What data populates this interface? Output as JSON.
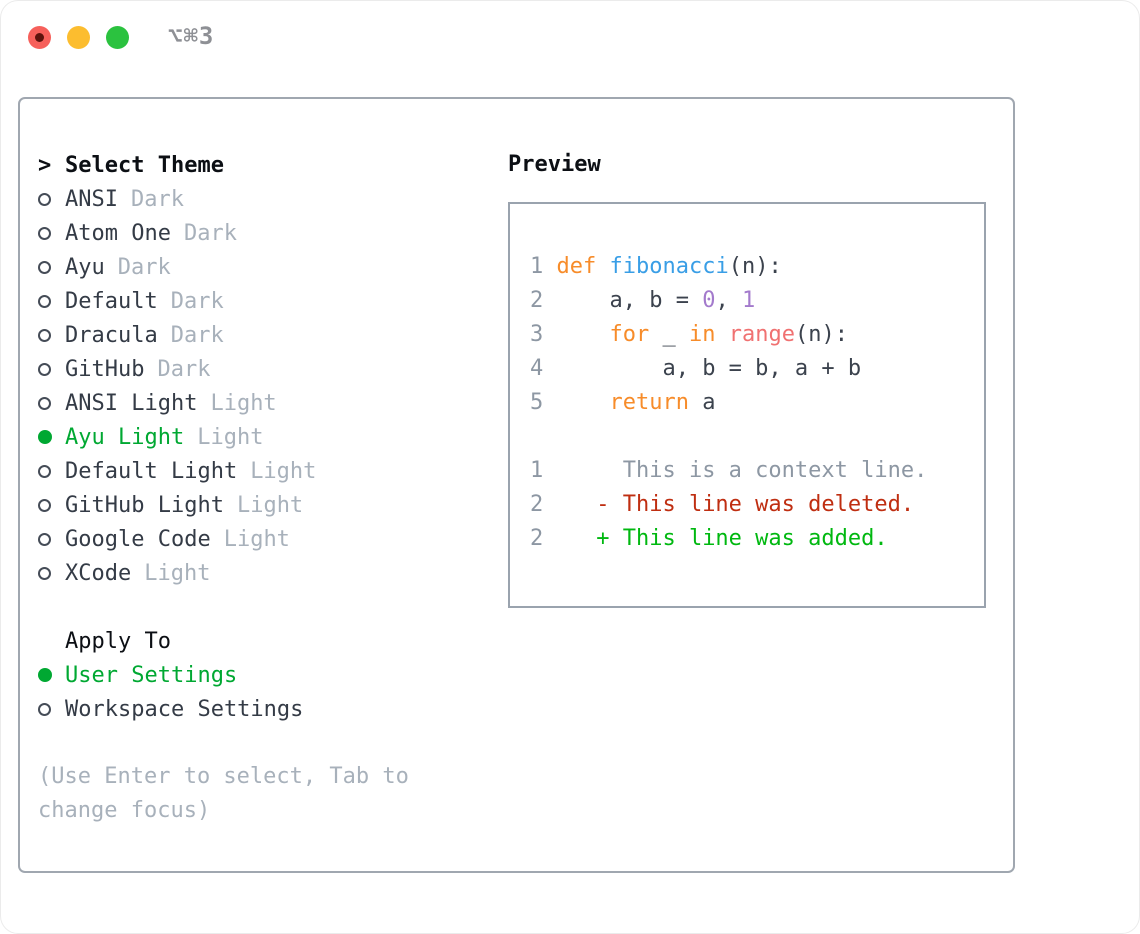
{
  "window": {
    "title": "⌥⌘3"
  },
  "colors": {
    "traffic_red": "#f6605b",
    "traffic_yellow": "#fcbd2f",
    "traffic_green": "#2bc23f",
    "selection_green": "#00a832",
    "added_green": "#00b810",
    "deleted_red": "#bf2e11",
    "keyword_orange": "#f78c2a",
    "function_blue": "#399ee6",
    "number_purple": "#a37acc",
    "builtin_coral": "#f07171",
    "muted_gray": "#a8b1bb",
    "panel_border": "#a0a7b0"
  },
  "sidebar": {
    "header": {
      "marker": ">",
      "label": "Select Theme"
    },
    "themes": [
      {
        "name": "ANSI",
        "variant": "Dark",
        "selected": false
      },
      {
        "name": "Atom One",
        "variant": "Dark",
        "selected": false
      },
      {
        "name": "Ayu",
        "variant": "Dark",
        "selected": false
      },
      {
        "name": "Default",
        "variant": "Dark",
        "selected": false
      },
      {
        "name": "Dracula",
        "variant": "Dark",
        "selected": false
      },
      {
        "name": "GitHub",
        "variant": "Dark",
        "selected": false
      },
      {
        "name": "ANSI Light",
        "variant": "Light",
        "selected": false
      },
      {
        "name": "Ayu Light",
        "variant": "Light",
        "selected": true
      },
      {
        "name": "Default Light",
        "variant": "Light",
        "selected": false
      },
      {
        "name": "GitHub Light",
        "variant": "Light",
        "selected": false
      },
      {
        "name": "Google Code",
        "variant": "Light",
        "selected": false
      },
      {
        "name": "XCode",
        "variant": "Light",
        "selected": false
      }
    ],
    "apply_to": {
      "label": "Apply To",
      "options": [
        {
          "label": "User Settings",
          "selected": true
        },
        {
          "label": "Workspace Settings",
          "selected": false
        }
      ]
    },
    "hint": "(Use Enter to select, Tab to change focus)"
  },
  "preview": {
    "title": "Preview",
    "code": {
      "l1": {
        "num": "1 ",
        "kw": "def ",
        "fn": "fibonacci",
        "p1": "(n):"
      },
      "l2": {
        "num": "2 ",
        "p1": "    a, b = ",
        "v1": "0",
        "p2": ", ",
        "v2": "1"
      },
      "l3": {
        "num": "3 ",
        "k1": "    for",
        "p1": " _ ",
        "k2": "in",
        "p2": " ",
        "fn": "range",
        "p3": "(n):"
      },
      "l4": {
        "num": "4 ",
        "p1": "        a, b = b, a + b"
      },
      "l5": {
        "num": "5 ",
        "kw": "    return",
        "p1": " a"
      }
    },
    "diff": {
      "d1": {
        "num": "1",
        "text": "      This is a context line."
      },
      "d2": {
        "num": "2",
        "text": "    - This line was deleted."
      },
      "d3": {
        "num": "2",
        "text": "    + This line was added."
      }
    }
  }
}
